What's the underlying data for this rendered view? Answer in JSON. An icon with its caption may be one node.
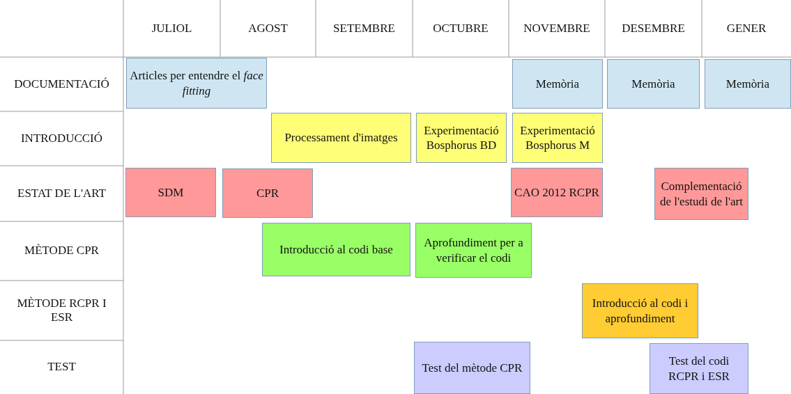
{
  "diagram": {
    "nodes": [
      {
        "text": [
          "Articles per entendre el *face fitting*"
        ]
      },
      {
        "text": [
          "Memòria"
        ]
      },
      {
        "text": [
          "Memòria"
        ]
      },
      {
        "text": [
          "Memòria"
        ]
      },
      {
        "text": [
          "Processament d'imatges"
        ]
      },
      {
        "text": [
          "Experimentació Bosphorus BD"
        ]
      },
      {
        "text": [
          "Experimentació Bosphorus M"
        ]
      },
      {
        "text": [
          "SDM"
        ]
      },
      {
        "text": [
          "CPR"
        ]
      },
      {
        "text": [
          "CAO 2012 RCPR"
        ]
      },
      {
        "text": [
          "Complementació de l'estudi de l'art"
        ]
      },
      {
        "text": [
          "Introducció al codi base"
        ]
      },
      {
        "text": [
          "Aprofundiment per a verificar el codi"
        ]
      },
      {
        "text": [
          "Introducció al codi i aprofundiment"
        ]
      },
      {
        "text": [
          "Test del mètode CPR"
        ]
      },
      {
        "text": [
          "Test del codi RCPR i ESR"
        ]
      }
    ],
    "labels": [
      "JULIOL",
      "AGOST",
      "SETEMBRE",
      "OCTUBRE",
      "NOVEMBRE",
      "DESEMBRE",
      "GENER",
      "DOCUMENTACIÓ",
      "INTRODUCCIÓ",
      "ESTAT DE L'ART",
      "MÈTODE CPR",
      "MÈTODE RCPR I ESR",
      "TEST"
    ]
  }
}
